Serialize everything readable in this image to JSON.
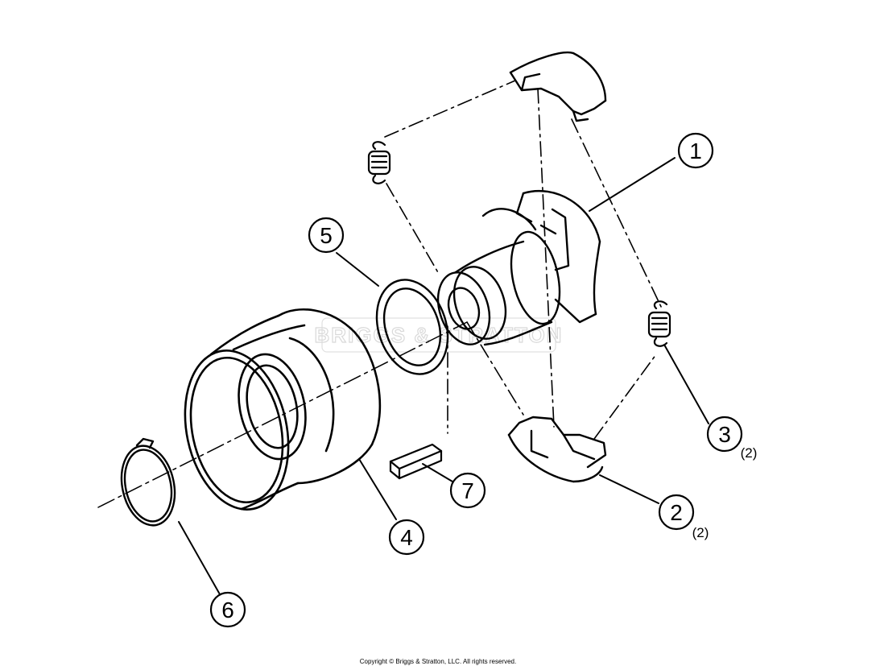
{
  "callouts": [
    {
      "id": "1",
      "number": "1",
      "qty": ""
    },
    {
      "id": "2",
      "number": "2",
      "qty": "(2)"
    },
    {
      "id": "3",
      "number": "3",
      "qty": "(2)"
    },
    {
      "id": "4",
      "number": "4",
      "qty": ""
    },
    {
      "id": "5",
      "number": "5",
      "qty": ""
    },
    {
      "id": "6",
      "number": "6",
      "qty": ""
    },
    {
      "id": "7",
      "number": "7",
      "qty": ""
    }
  ],
  "watermark": "BRIGGS & STRATTON",
  "copyright": "Copyright © Briggs & Stratton, LLC. All rights reserved."
}
